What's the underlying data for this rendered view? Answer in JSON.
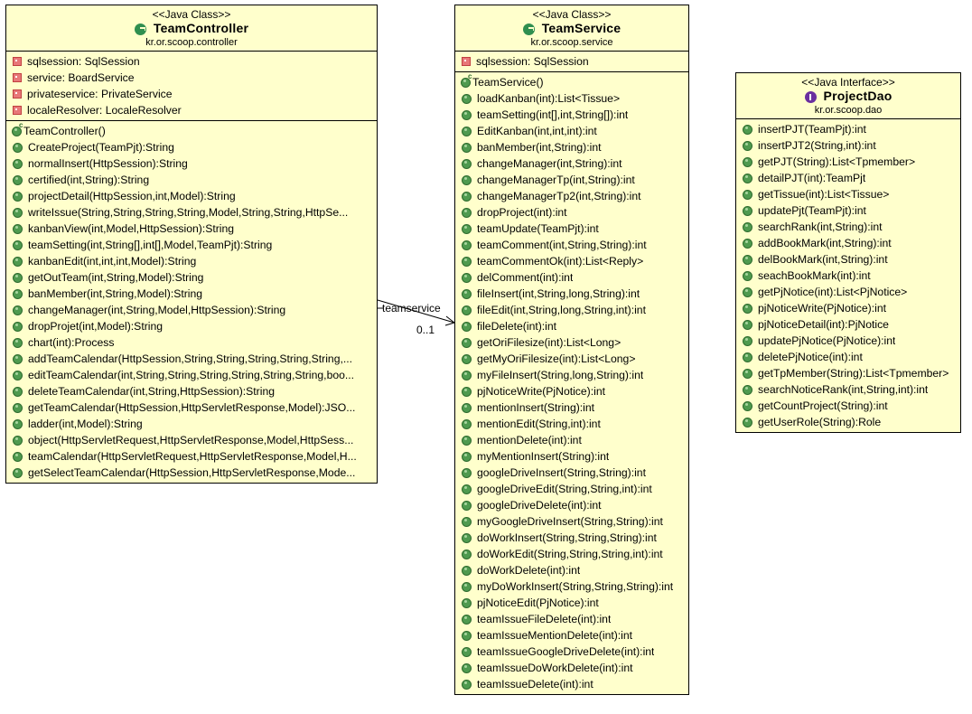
{
  "diagram": {
    "title": "UML Class Diagram",
    "background": "#ffffff",
    "box_fill": "#ffffcc",
    "border_color": "#000000",
    "class_icon_color": "#2f8f4f",
    "interface_icon_color": "#6a2f9f",
    "method_icon_color": "#4f9a4f",
    "private_icon_color": "#e87878"
  },
  "classes": [
    {
      "id": "team-controller",
      "stereotype": "<<Java Class>>",
      "name": "TeamController",
      "package": "kr.or.scoop.controller",
      "kind": "class",
      "attributes": [
        {
          "visibility": "private",
          "label": "sqlsession: SqlSession"
        },
        {
          "visibility": "private",
          "label": "service: BoardService"
        },
        {
          "visibility": "private",
          "label": "privateservice: PrivateService"
        },
        {
          "visibility": "private",
          "label": "localeResolver: LocaleResolver"
        }
      ],
      "methods": [
        {
          "visibility": "constructor",
          "label": "TeamController()"
        },
        {
          "visibility": "public",
          "label": "CreateProject(TeamPjt):String"
        },
        {
          "visibility": "public",
          "label": "normalInsert(HttpSession):String"
        },
        {
          "visibility": "public",
          "label": "certified(int,String):String"
        },
        {
          "visibility": "public",
          "label": "projectDetail(HttpSession,int,Model):String"
        },
        {
          "visibility": "public",
          "label": "writeIssue(String,String,String,String,Model,String,String,HttpSe..."
        },
        {
          "visibility": "public",
          "label": "kanbanView(int,Model,HttpSession):String"
        },
        {
          "visibility": "public",
          "label": "teamSetting(int,String[],int[],Model,TeamPjt):String"
        },
        {
          "visibility": "public",
          "label": "kanbanEdit(int,int,int,Model):String"
        },
        {
          "visibility": "public",
          "label": "getOutTeam(int,String,Model):String"
        },
        {
          "visibility": "public",
          "label": "banMember(int,String,Model):String"
        },
        {
          "visibility": "public",
          "label": "changeManager(int,String,Model,HttpSession):String"
        },
        {
          "visibility": "public",
          "label": "dropProjet(int,Model):String"
        },
        {
          "visibility": "public",
          "label": "chart(int):Process"
        },
        {
          "visibility": "public",
          "label": "addTeamCalendar(HttpSession,String,String,String,String,String,..."
        },
        {
          "visibility": "public",
          "label": "editTeamCalendar(int,String,String,String,String,String,String,boo..."
        },
        {
          "visibility": "public",
          "label": "deleteTeamCalendar(int,String,HttpSession):String"
        },
        {
          "visibility": "public",
          "label": "getTeamCalendar(HttpSession,HttpServletResponse,Model):JSO..."
        },
        {
          "visibility": "public",
          "label": "ladder(int,Model):String"
        },
        {
          "visibility": "public",
          "label": "object(HttpServletRequest,HttpServletResponse,Model,HttpSess..."
        },
        {
          "visibility": "public",
          "label": "teamCalendar(HttpServletRequest,HttpServletResponse,Model,H..."
        },
        {
          "visibility": "public",
          "label": "getSelectTeamCalendar(HttpSession,HttpServletResponse,Mode..."
        }
      ]
    },
    {
      "id": "team-service",
      "stereotype": "<<Java Class>>",
      "name": "TeamService",
      "package": "kr.or.scoop.service",
      "kind": "class",
      "attributes": [
        {
          "visibility": "private",
          "label": "sqlsession: SqlSession"
        }
      ],
      "methods": [
        {
          "visibility": "constructor",
          "label": "TeamService()"
        },
        {
          "visibility": "public",
          "label": "loadKanban(int):List<Tissue>"
        },
        {
          "visibility": "public",
          "label": "teamSetting(int[],int,String[]):int"
        },
        {
          "visibility": "public",
          "label": "EditKanban(int,int,int):int"
        },
        {
          "visibility": "public",
          "label": "banMember(int,String):int"
        },
        {
          "visibility": "public",
          "label": "changeManager(int,String):int"
        },
        {
          "visibility": "public",
          "label": "changeManagerTp(int,String):int"
        },
        {
          "visibility": "public",
          "label": "changeManagerTp2(int,String):int"
        },
        {
          "visibility": "public",
          "label": "dropProject(int):int"
        },
        {
          "visibility": "public",
          "label": "teamUpdate(TeamPjt):int"
        },
        {
          "visibility": "public",
          "label": "teamComment(int,String,String):int"
        },
        {
          "visibility": "public",
          "label": "teamCommentOk(int):List<Reply>"
        },
        {
          "visibility": "public",
          "label": "delComment(int):int"
        },
        {
          "visibility": "public",
          "label": "fileInsert(int,String,long,String):int"
        },
        {
          "visibility": "public",
          "label": "fileEdit(int,String,long,String,int):int"
        },
        {
          "visibility": "public",
          "label": "fileDelete(int):int"
        },
        {
          "visibility": "public",
          "label": "getOriFilesize(int):List<Long>"
        },
        {
          "visibility": "public",
          "label": "getMyOriFilesize(int):List<Long>"
        },
        {
          "visibility": "public",
          "label": "myFileInsert(String,long,String):int"
        },
        {
          "visibility": "public",
          "label": "pjNoticeWrite(PjNotice):int"
        },
        {
          "visibility": "public",
          "label": "mentionInsert(String):int"
        },
        {
          "visibility": "public",
          "label": "mentionEdit(String,int):int"
        },
        {
          "visibility": "public",
          "label": "mentionDelete(int):int"
        },
        {
          "visibility": "public",
          "label": "myMentionInsert(String):int"
        },
        {
          "visibility": "public",
          "label": "googleDriveInsert(String,String):int"
        },
        {
          "visibility": "public",
          "label": "googleDriveEdit(String,String,int):int"
        },
        {
          "visibility": "public",
          "label": "googleDriveDelete(int):int"
        },
        {
          "visibility": "public",
          "label": "myGoogleDriveInsert(String,String):int"
        },
        {
          "visibility": "public",
          "label": "doWorkInsert(String,String,String):int"
        },
        {
          "visibility": "public",
          "label": "doWorkEdit(String,String,String,int):int"
        },
        {
          "visibility": "public",
          "label": "doWorkDelete(int):int"
        },
        {
          "visibility": "public",
          "label": "myDoWorkInsert(String,String,String):int"
        },
        {
          "visibility": "public",
          "label": "pjNoticeEdit(PjNotice):int"
        },
        {
          "visibility": "public",
          "label": "teamIssueFileDelete(int):int"
        },
        {
          "visibility": "public",
          "label": "teamIssueMentionDelete(int):int"
        },
        {
          "visibility": "public",
          "label": "teamIssueGoogleDriveDelete(int):int"
        },
        {
          "visibility": "public",
          "label": "teamIssueDoWorkDelete(int):int"
        },
        {
          "visibility": "public",
          "label": "teamIssueDelete(int):int"
        }
      ]
    },
    {
      "id": "project-dao",
      "stereotype": "<<Java Interface>>",
      "name": "ProjectDao",
      "package": "kr.or.scoop.dao",
      "kind": "interface",
      "attributes": [],
      "methods": [
        {
          "visibility": "public",
          "label": "insertPJT(TeamPjt):int"
        },
        {
          "visibility": "public",
          "label": "insertPJT2(String,int):int"
        },
        {
          "visibility": "public",
          "label": "getPJT(String):List<Tpmember>"
        },
        {
          "visibility": "public",
          "label": "detailPJT(int):TeamPjt"
        },
        {
          "visibility": "public",
          "label": "getTissue(int):List<Tissue>"
        },
        {
          "visibility": "public",
          "label": "updatePjt(TeamPjt):int"
        },
        {
          "visibility": "public",
          "label": "searchRank(int,String):int"
        },
        {
          "visibility": "public",
          "label": "addBookMark(int,String):int"
        },
        {
          "visibility": "public",
          "label": "delBookMark(int,String):int"
        },
        {
          "visibility": "public",
          "label": "seachBookMark(int):int"
        },
        {
          "visibility": "public",
          "label": "getPjNotice(int):List<PjNotice>"
        },
        {
          "visibility": "public",
          "label": "pjNoticeWrite(PjNotice):int"
        },
        {
          "visibility": "public",
          "label": "pjNoticeDetail(int):PjNotice"
        },
        {
          "visibility": "public",
          "label": "updatePjNotice(PjNotice):int"
        },
        {
          "visibility": "public",
          "label": "deletePjNotice(int):int"
        },
        {
          "visibility": "public",
          "label": "getTpMember(String):List<Tpmember>"
        },
        {
          "visibility": "public",
          "label": "searchNoticeRank(int,String,int):int"
        },
        {
          "visibility": "public",
          "label": "getCountProject(String):int"
        },
        {
          "visibility": "public",
          "label": "getUserRole(String):Role"
        }
      ]
    }
  ],
  "associations": [
    {
      "id": "controller-to-service",
      "from": "team-controller",
      "to": "team-service",
      "role_label": "teamservice",
      "multiplicity": "0..1"
    }
  ]
}
